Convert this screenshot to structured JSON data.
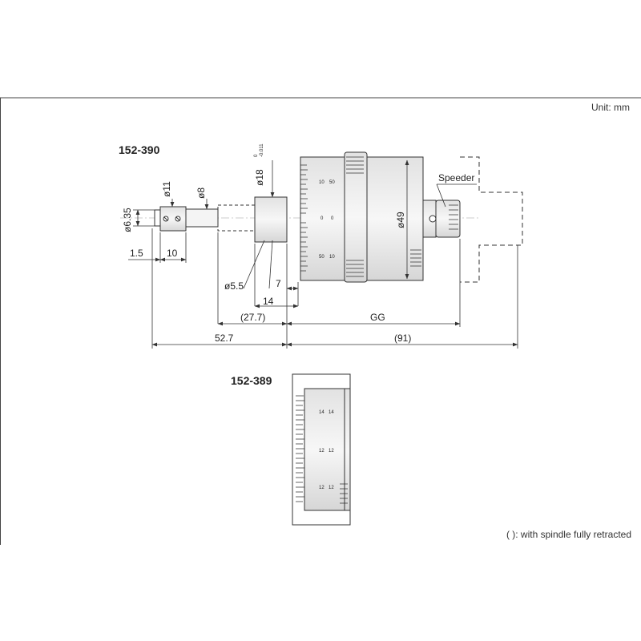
{
  "unit_note": "Unit: mm",
  "footnote": "( ): with spindle fully retracted",
  "models": {
    "top": "152-390",
    "bottom": "152-389"
  },
  "labels": {
    "d11": "ø11",
    "d8": "ø8",
    "d6_35": "ø6.35",
    "d18": "ø18",
    "d18_tol_up": "0",
    "d18_tol_lo": "-0.011",
    "d49": "ø49",
    "d5_5": "ø5.5",
    "speeder": "Speeder"
  },
  "dimensions": {
    "dim_1_5": "1.5",
    "dim_10": "10",
    "dim_7": "7",
    "dim_14": "14",
    "dim_27_7": "(27.7)",
    "dim_gg": "GG",
    "dim_52_7": "52.7",
    "dim_91": "(91)"
  },
  "scale_marks_top": [
    "10",
    "50",
    "0",
    "0",
    "50",
    "10"
  ],
  "scale_marks_bottom": [
    "14",
    "14",
    "12",
    "12",
    "12",
    "12"
  ]
}
